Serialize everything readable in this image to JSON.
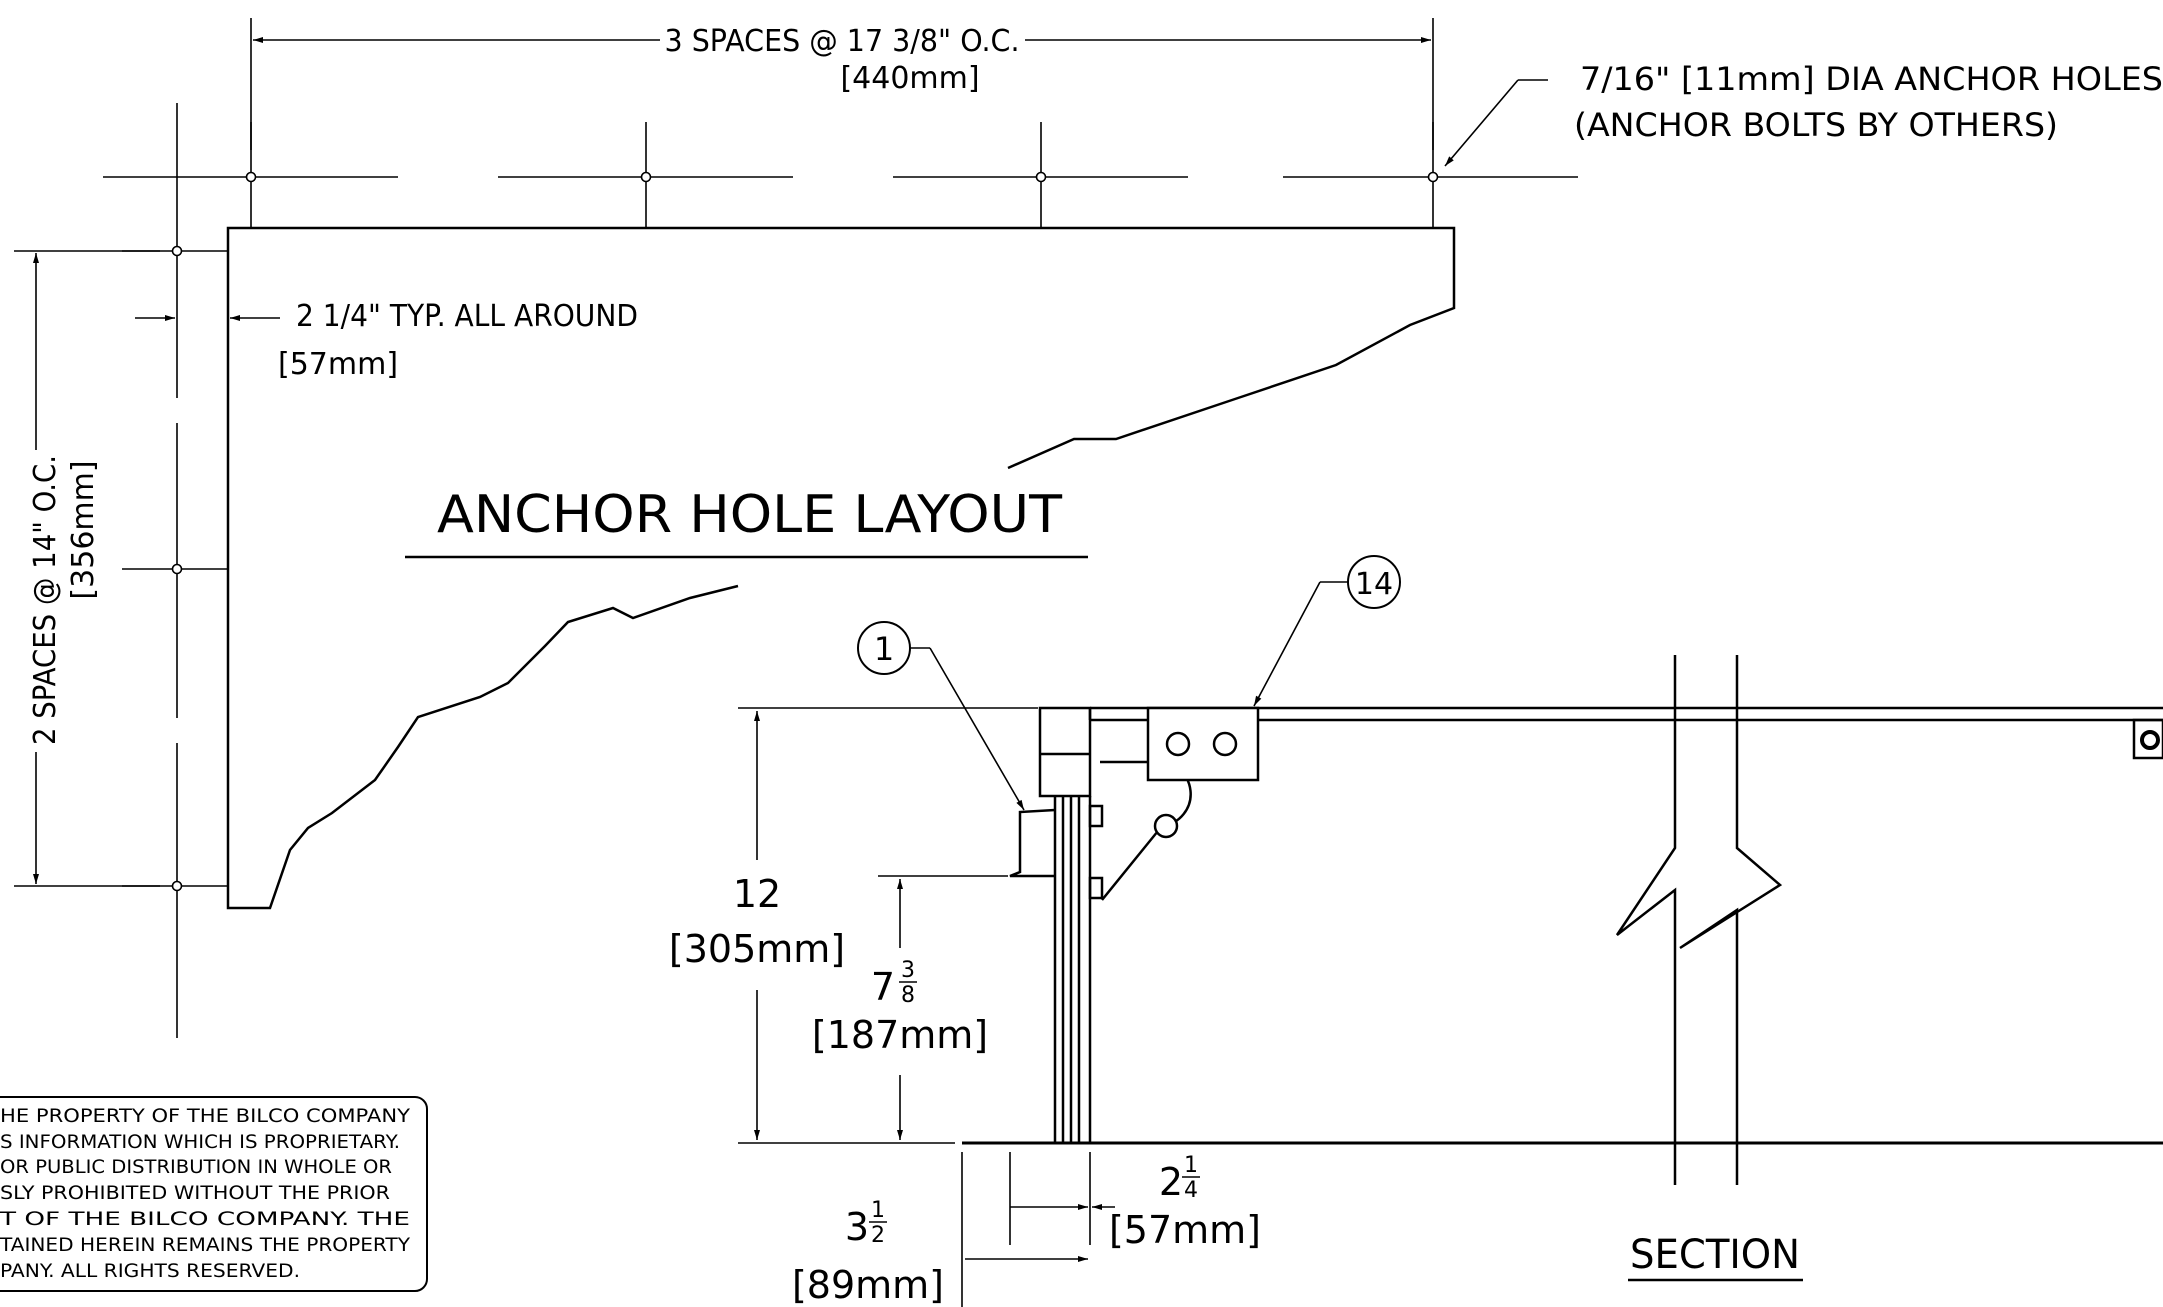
{
  "anchor_plan": {
    "title": "ANCHOR HOLE LAYOUT",
    "top_spacing": "3 SPACES @ 17 3/8\" O.C.",
    "top_spacing_metric": "[440mm]",
    "hole_note_line1": "7/16\" [11mm] DIA ANCHOR HOLES",
    "hole_note_line2": "(ANCHOR BOLTS BY OTHERS)",
    "edge_note": "2 1/4\" TYP. ALL AROUND",
    "edge_note_metric": "[57mm]",
    "side_spacing": "2 SPACES @ 14\" O.C.",
    "side_spacing_metric": "[356mm]"
  },
  "section": {
    "title": "SECTION",
    "callout_1": "1",
    "callout_14": "14",
    "dim_height": "12",
    "dim_height_metric": "[305mm]",
    "dim_mid_whole": "7",
    "dim_mid_num": "3",
    "dim_mid_den": "8",
    "dim_mid_metric": "[187mm]",
    "dim_flange_whole": "2",
    "dim_flange_num": "1",
    "dim_flange_den": "4",
    "dim_flange_metric": "[57mm]",
    "dim_base_whole": "3",
    "dim_base_num": "1",
    "dim_base_den": "2",
    "dim_base_metric": "[89mm]"
  },
  "proprietary_notice": {
    "line1": "HE PROPERTY OF THE BILCO  COMPANY",
    "line2": "S INFORMATION WHICH IS PROPRIETARY.",
    "line3": "OR PUBLIC DISTRIBUTION IN WHOLE OR",
    "line4": "SLY  PROHIBITED WITHOUT THE PRIOR",
    "line5": "T  OF  THE  BILCO    COMPANY.    THE",
    "line6": "TAINED HEREIN REMAINS THE PROPERTY",
    "line7": "PANY. ALL RIGHTS RESERVED."
  }
}
